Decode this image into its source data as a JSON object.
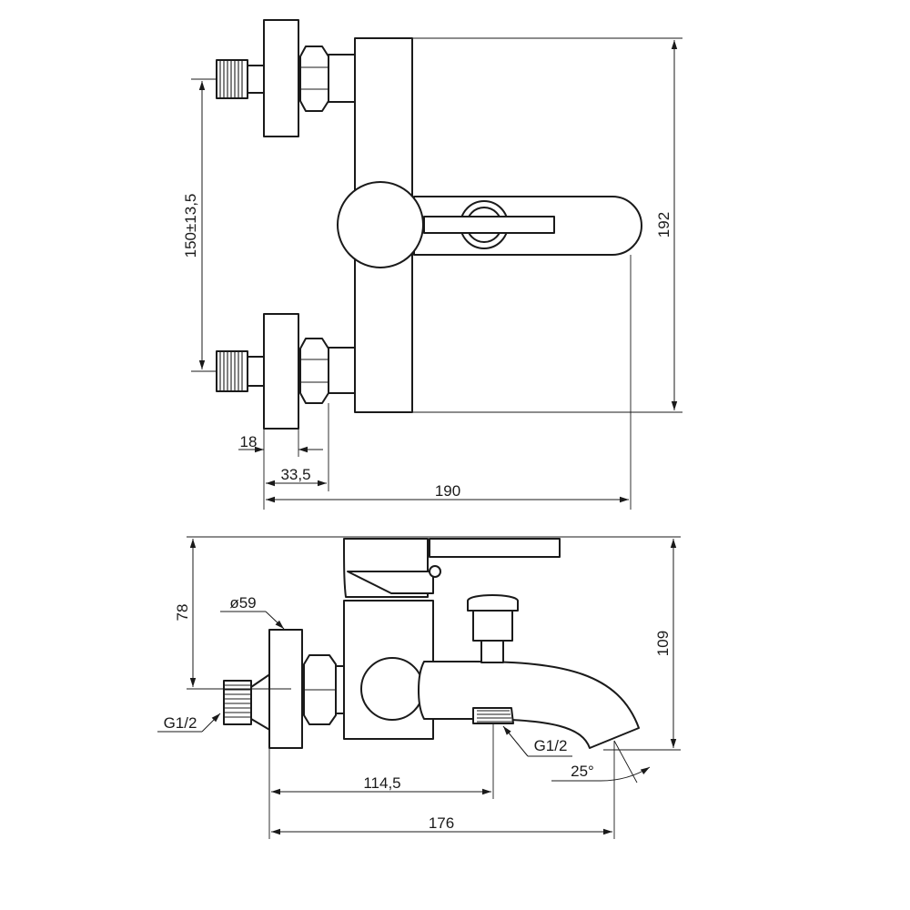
{
  "dimensions": {
    "top_view": {
      "inlet_spacing": "150±13,5",
      "total_height": "192",
      "flange_thickness": "18",
      "nut_offset": "33,5",
      "total_width": "190"
    },
    "side_view": {
      "height_to_inlet": "78",
      "flange_diameter": "ø59",
      "inlet_thread": "G1/2",
      "total_height": "109",
      "shower_outlet_thread": "G1/2",
      "shower_outlet_offset": "114,5",
      "spout_angle": "25°",
      "total_depth": "176"
    }
  }
}
